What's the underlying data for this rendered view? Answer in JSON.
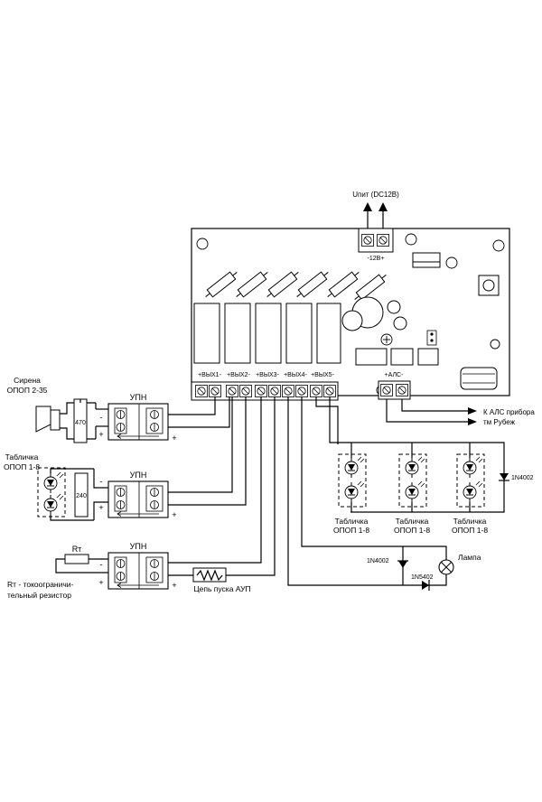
{
  "power": {
    "label": "Uпит (DC12B)",
    "connector": "-12B+"
  },
  "outputs": [
    "+ВЫХ1-",
    "+ВЫХ2-",
    "+ВЫХ3-",
    "+ВЫХ4-",
    "+ВЫХ5-"
  ],
  "als": {
    "connector": "+АЛС-",
    "line1": "К АЛС прибора",
    "line2": "тм Рубеж"
  },
  "upn_label": "УПН",
  "siren": {
    "line1": "Сирена",
    "line2": "ОПОП 2-35",
    "resistor": "470"
  },
  "sign_left": {
    "line1": "Табличка",
    "line2": "ОПОП 1-8",
    "resistor": "240"
  },
  "rt": {
    "symbol": "Rт",
    "line1": "Rт - токоограничи-",
    "line2": "тельный резистор"
  },
  "aup_label": "Цепь пуска АУП",
  "signs_right": [
    {
      "line1": "Табличка",
      "line2": "ОПОП 1-8"
    },
    {
      "line1": "Табличка",
      "line2": "ОПОП 1-8"
    },
    {
      "line1": "Табличка",
      "line2": "ОПОП 1-8"
    }
  ],
  "diodes": {
    "parallel": "1N4002",
    "lamp_parallel": "1N4002",
    "lamp_series": "1N5402"
  },
  "lamp_label": "Лампа",
  "polarity": {
    "plus": "+",
    "minus": "-"
  }
}
